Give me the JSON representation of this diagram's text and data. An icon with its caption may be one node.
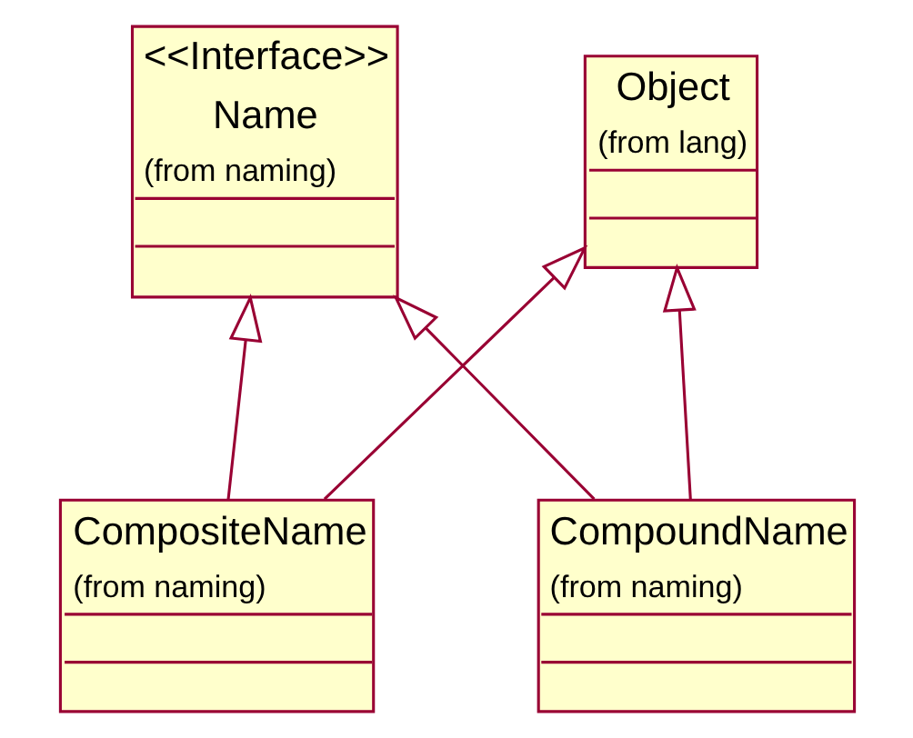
{
  "diagram": {
    "nodes": [
      {
        "text": [
          "<<Interface>>",
          "Name",
          "(from naming)"
        ]
      },
      {
        "text": [
          "Object",
          "(from lang)"
        ]
      },
      {
        "text": [
          "CompositeName",
          "(from naming)"
        ]
      },
      {
        "text": [
          "CompoundName",
          "(from naming)"
        ]
      }
    ],
    "edges": [
      {
        "from": 2,
        "to": 0,
        "arrow": "to"
      },
      {
        "from": 2,
        "to": 1,
        "arrow": "to"
      },
      {
        "from": 3,
        "to": 0,
        "arrow": "to"
      },
      {
        "from": 3,
        "to": 1,
        "arrow": "to"
      }
    ]
  }
}
